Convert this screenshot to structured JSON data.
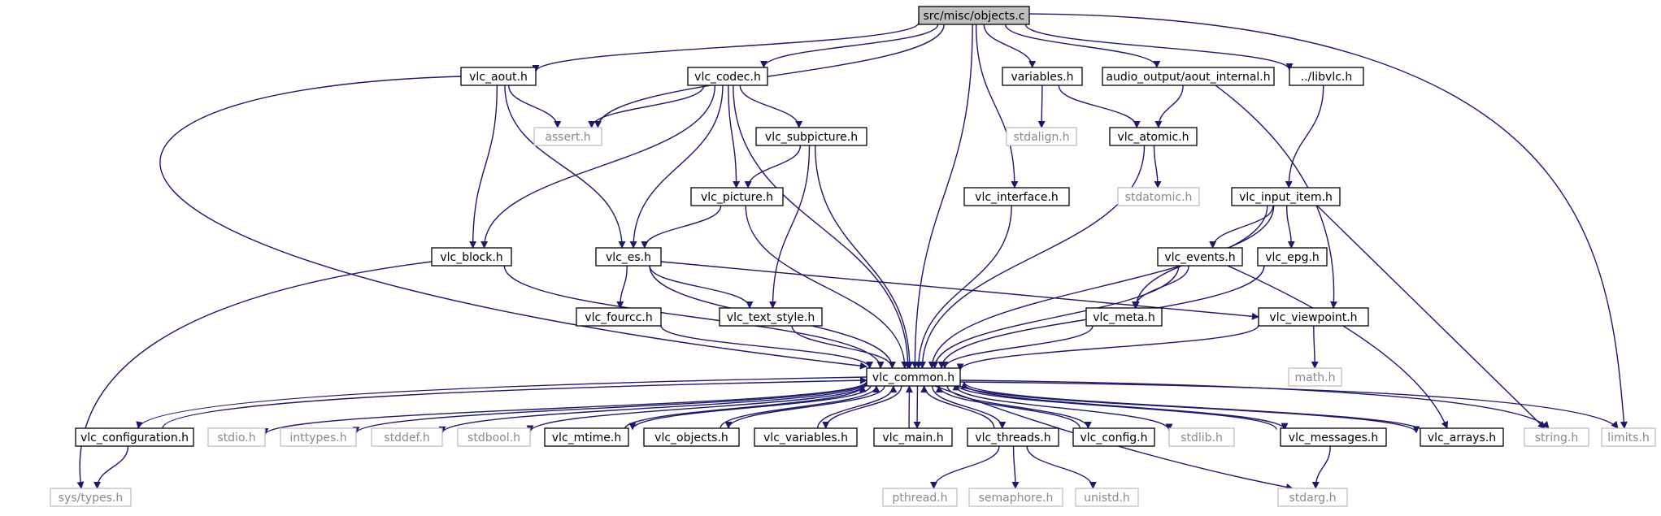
{
  "colors": {
    "edge": "#191970",
    "root_fill": "#bfbfbf",
    "system_border": "#bfbfbf",
    "system_text": "#8a8a8a"
  },
  "nodes": [
    {
      "id": "objects_c",
      "label": "src/misc/objects.c",
      "kind": "root"
    },
    {
      "id": "vlc_aout",
      "label": "vlc_aout.h",
      "kind": "normal"
    },
    {
      "id": "vlc_codec",
      "label": "vlc_codec.h",
      "kind": "normal"
    },
    {
      "id": "variables",
      "label": "variables.h",
      "kind": "normal"
    },
    {
      "id": "aout_internal",
      "label": "audio_output/aout_internal.h",
      "kind": "normal"
    },
    {
      "id": "libvlc",
      "label": "../libvlc.h",
      "kind": "normal"
    },
    {
      "id": "assert",
      "label": "assert.h",
      "kind": "system"
    },
    {
      "id": "vlc_subpicture",
      "label": "vlc_subpicture.h",
      "kind": "normal"
    },
    {
      "id": "stdalign",
      "label": "stdalign.h",
      "kind": "system"
    },
    {
      "id": "vlc_atomic",
      "label": "vlc_atomic.h",
      "kind": "normal"
    },
    {
      "id": "vlc_picture",
      "label": "vlc_picture.h",
      "kind": "normal"
    },
    {
      "id": "vlc_interface",
      "label": "vlc_interface.h",
      "kind": "normal"
    },
    {
      "id": "stdatomic",
      "label": "stdatomic.h",
      "kind": "system"
    },
    {
      "id": "vlc_input_item",
      "label": "vlc_input_item.h",
      "kind": "normal"
    },
    {
      "id": "vlc_block",
      "label": "vlc_block.h",
      "kind": "normal"
    },
    {
      "id": "vlc_es",
      "label": "vlc_es.h",
      "kind": "normal"
    },
    {
      "id": "vlc_events",
      "label": "vlc_events.h",
      "kind": "normal"
    },
    {
      "id": "vlc_epg",
      "label": "vlc_epg.h",
      "kind": "normal"
    },
    {
      "id": "vlc_fourcc",
      "label": "vlc_fourcc.h",
      "kind": "normal"
    },
    {
      "id": "vlc_text_style",
      "label": "vlc_text_style.h",
      "kind": "normal"
    },
    {
      "id": "vlc_meta",
      "label": "vlc_meta.h",
      "kind": "normal"
    },
    {
      "id": "vlc_viewpoint",
      "label": "vlc_viewpoint.h",
      "kind": "normal"
    },
    {
      "id": "math",
      "label": "math.h",
      "kind": "system"
    },
    {
      "id": "vlc_common",
      "label": "vlc_common.h",
      "kind": "normal"
    },
    {
      "id": "vlc_configuration",
      "label": "vlc_configuration.h",
      "kind": "normal"
    },
    {
      "id": "stdio",
      "label": "stdio.h",
      "kind": "system"
    },
    {
      "id": "inttypes",
      "label": "inttypes.h",
      "kind": "system"
    },
    {
      "id": "stddef",
      "label": "stddef.h",
      "kind": "system"
    },
    {
      "id": "stdbool",
      "label": "stdbool.h",
      "kind": "system"
    },
    {
      "id": "vlc_mtime",
      "label": "vlc_mtime.h",
      "kind": "normal"
    },
    {
      "id": "vlc_objects",
      "label": "vlc_objects.h",
      "kind": "normal"
    },
    {
      "id": "vlc_variables",
      "label": "vlc_variables.h",
      "kind": "normal"
    },
    {
      "id": "vlc_main",
      "label": "vlc_main.h",
      "kind": "normal"
    },
    {
      "id": "vlc_threads",
      "label": "vlc_threads.h",
      "kind": "normal"
    },
    {
      "id": "vlc_config",
      "label": "vlc_config.h",
      "kind": "normal"
    },
    {
      "id": "stdlib",
      "label": "stdlib.h",
      "kind": "system"
    },
    {
      "id": "vlc_messages",
      "label": "vlc_messages.h",
      "kind": "normal"
    },
    {
      "id": "vlc_arrays",
      "label": "vlc_arrays.h",
      "kind": "normal"
    },
    {
      "id": "string",
      "label": "string.h",
      "kind": "system"
    },
    {
      "id": "limits",
      "label": "limits.h",
      "kind": "system"
    },
    {
      "id": "sys_types",
      "label": "sys/types.h",
      "kind": "system"
    },
    {
      "id": "pthread",
      "label": "pthread.h",
      "kind": "system"
    },
    {
      "id": "semaphore",
      "label": "semaphore.h",
      "kind": "system"
    },
    {
      "id": "unistd",
      "label": "unistd.h",
      "kind": "system"
    },
    {
      "id": "stdarg",
      "label": "stdarg.h",
      "kind": "system"
    }
  ],
  "edges": [
    [
      "objects_c",
      "vlc_aout"
    ],
    [
      "objects_c",
      "assert"
    ],
    [
      "objects_c",
      "vlc_codec"
    ],
    [
      "objects_c",
      "vlc_common"
    ],
    [
      "objects_c",
      "vlc_interface"
    ],
    [
      "objects_c",
      "variables"
    ],
    [
      "objects_c",
      "aout_internal"
    ],
    [
      "objects_c",
      "libvlc"
    ],
    [
      "objects_c",
      "limits"
    ],
    [
      "vlc_aout",
      "assert"
    ],
    [
      "vlc_aout",
      "vlc_common"
    ],
    [
      "vlc_aout",
      "vlc_block"
    ],
    [
      "vlc_aout",
      "vlc_es"
    ],
    [
      "vlc_codec",
      "assert"
    ],
    [
      "vlc_codec",
      "vlc_block"
    ],
    [
      "vlc_codec",
      "vlc_es"
    ],
    [
      "vlc_codec",
      "vlc_picture"
    ],
    [
      "vlc_codec",
      "vlc_subpicture"
    ],
    [
      "vlc_codec",
      "vlc_common"
    ],
    [
      "vlc_subpicture",
      "vlc_picture"
    ],
    [
      "vlc_subpicture",
      "vlc_text_style"
    ],
    [
      "vlc_subpicture",
      "vlc_common"
    ],
    [
      "vlc_picture",
      "vlc_es"
    ],
    [
      "vlc_picture",
      "vlc_common"
    ],
    [
      "vlc_block",
      "sys_types"
    ],
    [
      "vlc_block",
      "vlc_common"
    ],
    [
      "vlc_es",
      "vlc_fourcc"
    ],
    [
      "vlc_es",
      "vlc_text_style"
    ],
    [
      "vlc_es",
      "vlc_viewpoint"
    ],
    [
      "vlc_es",
      "vlc_common"
    ],
    [
      "vlc_fourcc",
      "vlc_common"
    ],
    [
      "vlc_text_style",
      "vlc_common"
    ],
    [
      "variables",
      "stdalign"
    ],
    [
      "variables",
      "vlc_atomic"
    ],
    [
      "aout_internal",
      "vlc_atomic"
    ],
    [
      "aout_internal",
      "vlc_viewpoint"
    ],
    [
      "vlc_atomic",
      "stdatomic"
    ],
    [
      "vlc_atomic",
      "vlc_common"
    ],
    [
      "vlc_interface",
      "vlc_common"
    ],
    [
      "libvlc",
      "vlc_input_item"
    ],
    [
      "vlc_input_item",
      "vlc_common"
    ],
    [
      "vlc_input_item",
      "vlc_meta"
    ],
    [
      "vlc_input_item",
      "vlc_events"
    ],
    [
      "vlc_input_item",
      "vlc_epg"
    ],
    [
      "vlc_input_item",
      "string"
    ],
    [
      "vlc_events",
      "vlc_meta"
    ],
    [
      "vlc_events",
      "vlc_common"
    ],
    [
      "vlc_events",
      "vlc_arrays"
    ],
    [
      "vlc_epg",
      "vlc_common"
    ],
    [
      "vlc_meta",
      "vlc_common"
    ],
    [
      "vlc_viewpoint",
      "math"
    ],
    [
      "vlc_viewpoint",
      "vlc_common"
    ],
    [
      "vlc_common",
      "vlc_configuration"
    ],
    [
      "vlc_common",
      "stdio"
    ],
    [
      "vlc_common",
      "inttypes"
    ],
    [
      "vlc_common",
      "stddef"
    ],
    [
      "vlc_common",
      "stdbool"
    ],
    [
      "vlc_common",
      "vlc_mtime"
    ],
    [
      "vlc_common",
      "vlc_objects"
    ],
    [
      "vlc_common",
      "vlc_variables"
    ],
    [
      "vlc_common",
      "vlc_main"
    ],
    [
      "vlc_common",
      "vlc_threads"
    ],
    [
      "vlc_common",
      "vlc_config"
    ],
    [
      "vlc_common",
      "stdlib"
    ],
    [
      "vlc_common",
      "vlc_messages"
    ],
    [
      "vlc_common",
      "vlc_arrays"
    ],
    [
      "vlc_common",
      "string"
    ],
    [
      "vlc_common",
      "limits"
    ],
    [
      "vlc_common",
      "stdarg"
    ],
    [
      "vlc_configuration",
      "vlc_common"
    ],
    [
      "vlc_configuration",
      "sys_types"
    ],
    [
      "vlc_mtime",
      "vlc_common"
    ],
    [
      "vlc_objects",
      "vlc_common"
    ],
    [
      "vlc_variables",
      "vlc_common"
    ],
    [
      "vlc_main",
      "vlc_common"
    ],
    [
      "vlc_threads",
      "vlc_common"
    ],
    [
      "vlc_threads",
      "pthread"
    ],
    [
      "vlc_threads",
      "semaphore"
    ],
    [
      "vlc_threads",
      "unistd"
    ],
    [
      "vlc_config",
      "vlc_common"
    ],
    [
      "vlc_messages",
      "vlc_common"
    ],
    [
      "vlc_messages",
      "stdarg"
    ],
    [
      "vlc_arrays",
      "vlc_common"
    ]
  ]
}
